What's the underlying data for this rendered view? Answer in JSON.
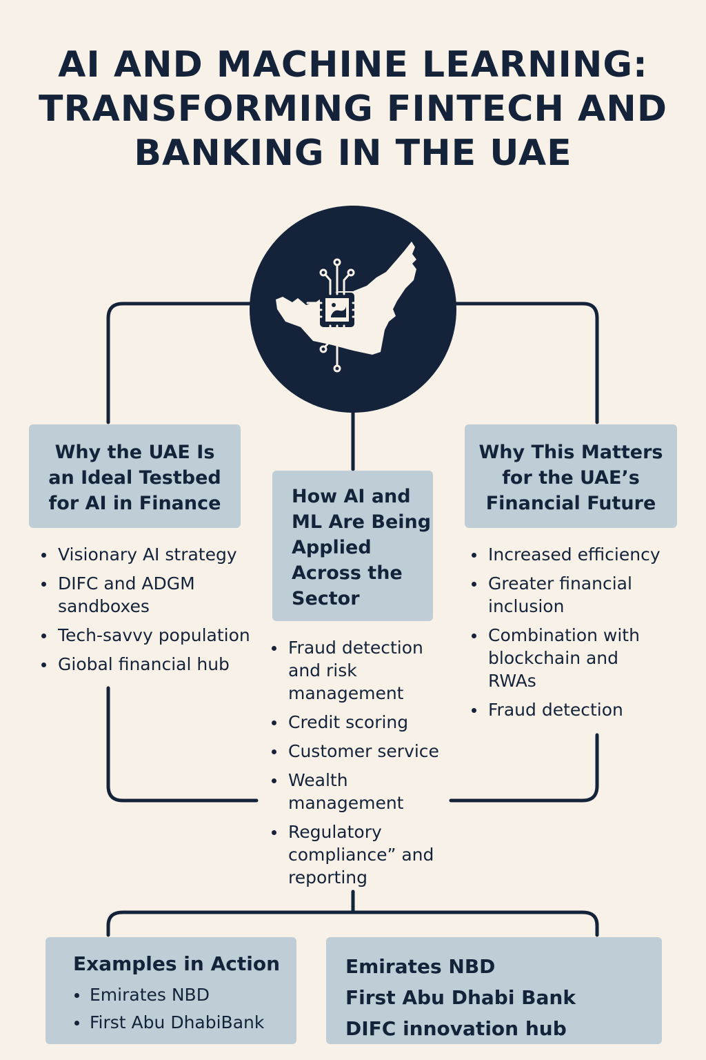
{
  "title": {
    "line1": "AI AND MACHINE LEARNING:",
    "line2": "TRANSFORMING FINTECH AND",
    "line3": "BANKING IN THE UAE"
  },
  "hub": {
    "icon": "uae-map-with-ai-chip-icon"
  },
  "left": {
    "heading": [
      "Why the UAE Is",
      "an Ideal Testbed",
      "for AI in Finance"
    ],
    "items": [
      "Visionary AI strategy",
      "DIFC and ADGM sandboxes",
      "Tech-savvy population",
      "Giobal financial hub"
    ]
  },
  "middle": {
    "heading": [
      "How AI and",
      "ML Are Being",
      "Applied",
      "Across the",
      "Sector"
    ],
    "items": [
      "Fraud detection and risk management",
      "Credit scoring",
      "Customer service",
      "Wealth management",
      "Regulatory complianceˮ and reporting"
    ]
  },
  "right": {
    "heading": [
      "Why This Matters",
      "for the UAE’s",
      "Financial Future"
    ],
    "items": [
      "Increased efficiency",
      "Greater financial inclusion",
      "Combination with blockchain and RWAs",
      "Fraud detection"
    ]
  },
  "examples": {
    "title": "Examples in Action",
    "items": [
      "Emirates NBD",
      "First Abu DhabiBank"
    ]
  },
  "orgs": {
    "items": [
      "Emirates NBD",
      "First Abu Dhabi Bank",
      "DIFC innovation hub"
    ]
  },
  "colors": {
    "background": "#f8f1e8",
    "navy": "#14233a",
    "box": "#bfcdd6"
  }
}
